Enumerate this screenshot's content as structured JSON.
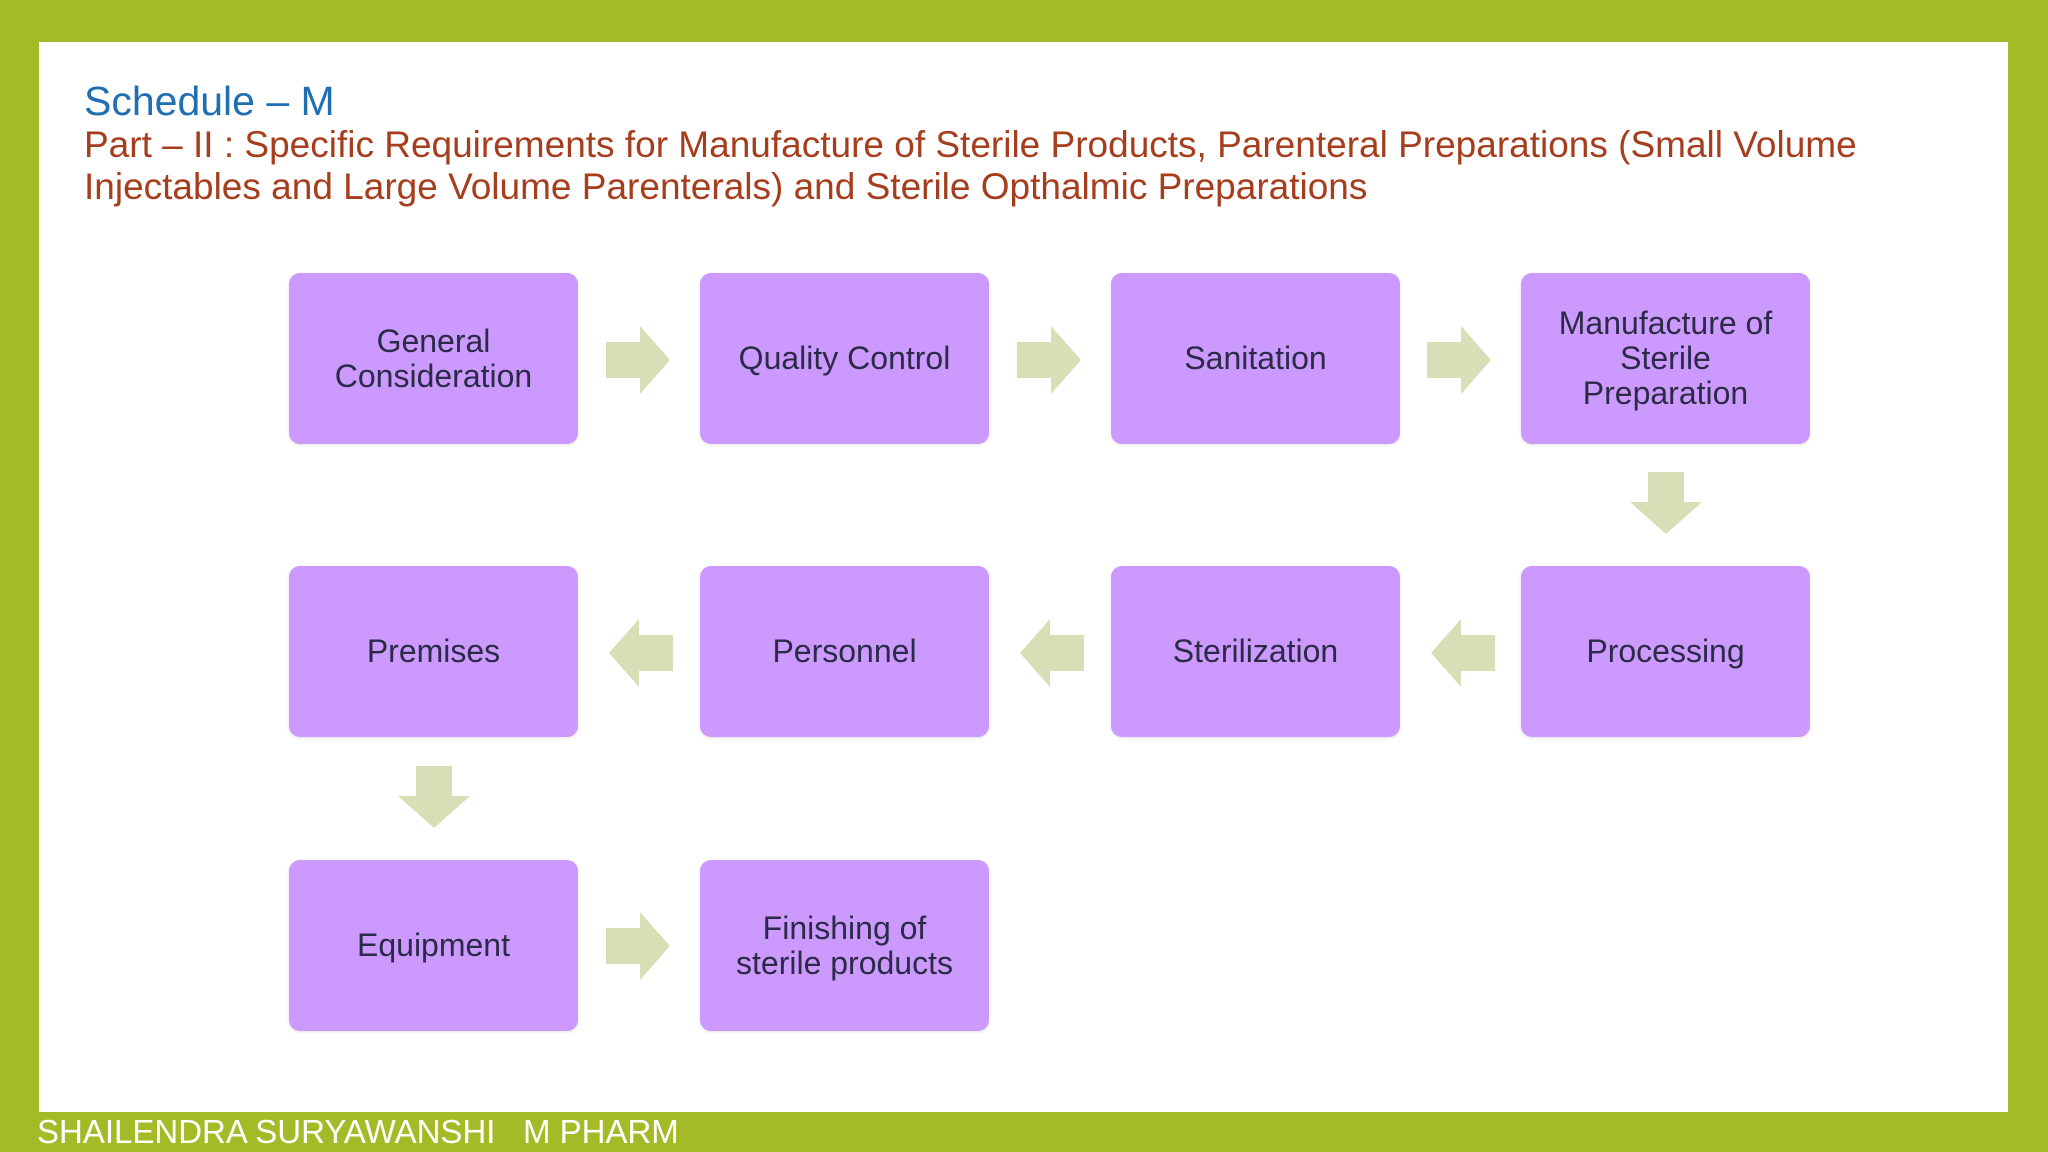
{
  "slide": {
    "title": "Schedule – M",
    "subtitle": "Part – II  : Specific Requirements for Manufacture of Sterile Products, Parenteral Preparations (Small Volume Injectables and Large Volume Parenterals) and  Sterile Opthalmic Preparations"
  },
  "flow": {
    "steps": [
      "General\nConsideration",
      "Quality Control",
      "Sanitation",
      "Manufacture of\nSterile\nPreparation",
      "Processing",
      "Sterilization",
      "Personnel",
      "Premises",
      "Equipment",
      "Finishing of\nsterile products"
    ],
    "box_color": "#cc99ff",
    "arrow_color": "#d6dfb5"
  },
  "footer": {
    "text": "SHAILENDRA SURYAWANSHI   M PHARM"
  }
}
